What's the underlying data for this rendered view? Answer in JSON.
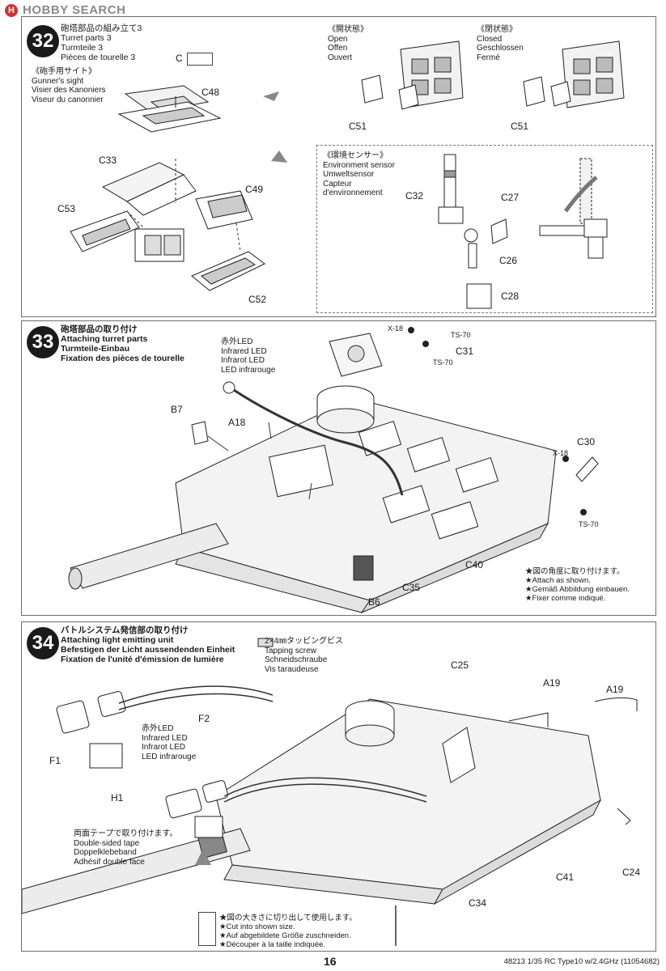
{
  "watermark": {
    "logo_text": "HOBBY SEARCH",
    "logo_mark": "H"
  },
  "step32": {
    "number": "32",
    "title": [
      "砲塔部品の組み立て3",
      "Turret parts 3",
      "Turmteile 3",
      "Pièces de tourelle 3"
    ],
    "gunner_sight": [
      "《砲手用サイト》",
      "Gunner's sight",
      "Visier des Kanoniers",
      "Viseur du canonnier"
    ],
    "open_state": [
      "《開状態》",
      "Open",
      "Offen",
      "Ouvert"
    ],
    "closed_state": [
      "《閉状態》",
      "Closed",
      "Geschlossen",
      "Fermé"
    ],
    "env_sensor": [
      "《環境センサー》",
      "Environment sensor",
      "Umweltsensor",
      "Capteur",
      "d'environnement"
    ],
    "parts": {
      "c": "C",
      "c48": "C48",
      "c33": "C33",
      "c49": "C49",
      "c53": "C53",
      "c52": "C52",
      "c51_open": "C51",
      "c51_closed": "C51",
      "c32": "C32",
      "c27": "C27",
      "c26": "C26",
      "c28": "C28"
    }
  },
  "step33": {
    "number": "33",
    "title": [
      "砲塔部品の取り付け",
      "Attaching turret parts",
      "Turmteile-Einbau",
      "Fixation des pièces de tourelle"
    ],
    "led": [
      "赤外LED",
      "Infrared LED",
      "Infrarot LED",
      "LED infrarouge"
    ],
    "parts": {
      "b7": "B7",
      "a18": "A18",
      "c31": "C31",
      "x18_top": "X-18",
      "ts70_a": "TS-70",
      "ts70_b": "TS-70",
      "c30": "C30",
      "x18_right": "X-18",
      "ts70_right": "TS-70",
      "c40": "C40",
      "c35": "C35",
      "b6": "B6"
    },
    "angle_note": [
      "★図の角度に取り付けます。",
      "★Attach as shown.",
      "★Gemäß Abbildung einbauen.",
      "★Fixer comme indiqué."
    ]
  },
  "step34": {
    "number": "34",
    "title": [
      "バトルシステム発信部の取り付け",
      "Attaching light emitting unit",
      "Befestigen der Licht aussendenden Einheit",
      "Fixation de l'unité d'émission de lumière"
    ],
    "screw": [
      "2×4㎜タッピングビス",
      "Tapping screw",
      "Schneidschraube",
      "Vis taraudeuse"
    ],
    "led": [
      "赤外LED",
      "Infrared LED",
      "Infrarot LED",
      "LED infrarouge"
    ],
    "tape": [
      "両面テープで取り付けます。",
      "Double-sided tape",
      "Doppelklebeband",
      "Adhésif double face"
    ],
    "cut_note": [
      "★図の大きさに切り出して使用します。",
      "★Cut into shown size.",
      "★Auf abgebildete Größe zuschneiden.",
      "★Découper à la taille indiquée."
    ],
    "parts": {
      "c25": "C25",
      "a19_a": "A19",
      "a19_b": "A19",
      "f2": "F2",
      "f1": "F1",
      "h1": "H1",
      "c41": "C41",
      "c24": "C24",
      "c34": "C34"
    }
  },
  "footer": {
    "page": "16",
    "code": "48213  1/35  RC Type10 w/2.4GHz (11054682)"
  }
}
